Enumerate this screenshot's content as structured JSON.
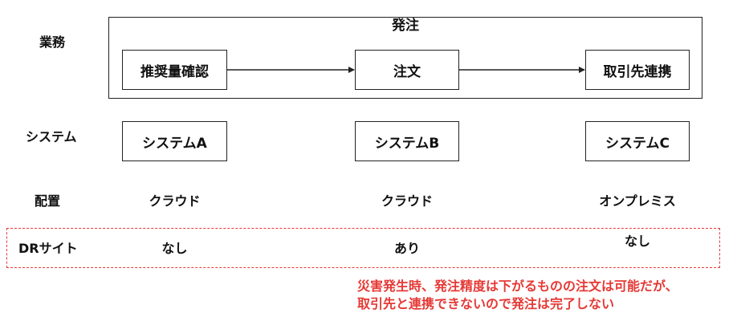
{
  "row_labels": {
    "business": "業務",
    "system": "システム",
    "placement": "配置",
    "dr_site": "DRサイト"
  },
  "frame_title": "発注",
  "process_steps": [
    "推奨量確認",
    "注文",
    "取引先連携"
  ],
  "systems": [
    "システムA",
    "システムB",
    "システムC"
  ],
  "placements": [
    "クラウド",
    "クラウド",
    "オンプレミス"
  ],
  "dr_values": [
    "なし",
    "あり",
    "なし"
  ],
  "note_lines": [
    "災害発生時、発注精度は下がるものの注文は可能だが、",
    "取引先と連携できないので発注は完了しない"
  ],
  "colors": {
    "stroke": "#222222",
    "dr_frame": "#e53935",
    "note": "#e53935"
  }
}
